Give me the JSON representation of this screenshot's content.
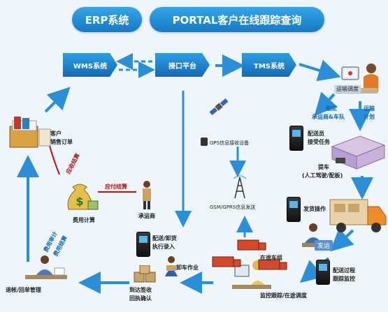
{
  "header": {
    "erp": "ERP系统",
    "portal": "PORTAL客户在线跟踪查询"
  },
  "systems": {
    "wms": "WMS系统",
    "interface": "接口平台",
    "tms": "TMS系统"
  },
  "dispatch": {
    "label": "运输调度"
  },
  "steps": {
    "assign": "指定",
    "carrier": "承运商&车队",
    "transport": "运输",
    "plan": "计划",
    "courier_receive_l1": "配送员",
    "courier_receive_l2": "接受任务",
    "pickup_l1": "提车",
    "pickup_l2": "(人工驾驶/配板)",
    "ship_op": "发货操作",
    "ship": "发运",
    "track_l1": "配送过程",
    "track_l2": "跟踪监控",
    "monitor": "监控跟踪/在途调度",
    "in_transit": "在途车组",
    "unload": "卸车作业",
    "sign_l1": "到达签收",
    "sign_l2": "回执确认",
    "entry_l1": "配送/卸货",
    "entry_l2": "执行录入",
    "receipt_mgmt": "退帐/回单管理",
    "billing_calc": "费用计算",
    "cost_audit": "费用审计",
    "fee_settle": "费用结算",
    "carrier_name": "承运商",
    "payable": "应付结算",
    "receivable": "应收结算",
    "customer_l1": "客户",
    "customer_l2": "销售订单",
    "gps_device": "GPS信息接收设备",
    "gsm": "GSM/GPRS信息发送"
  },
  "colors": {
    "blue": "#1a86d0",
    "red": "#c01010",
    "bg": "#eef6fb"
  }
}
